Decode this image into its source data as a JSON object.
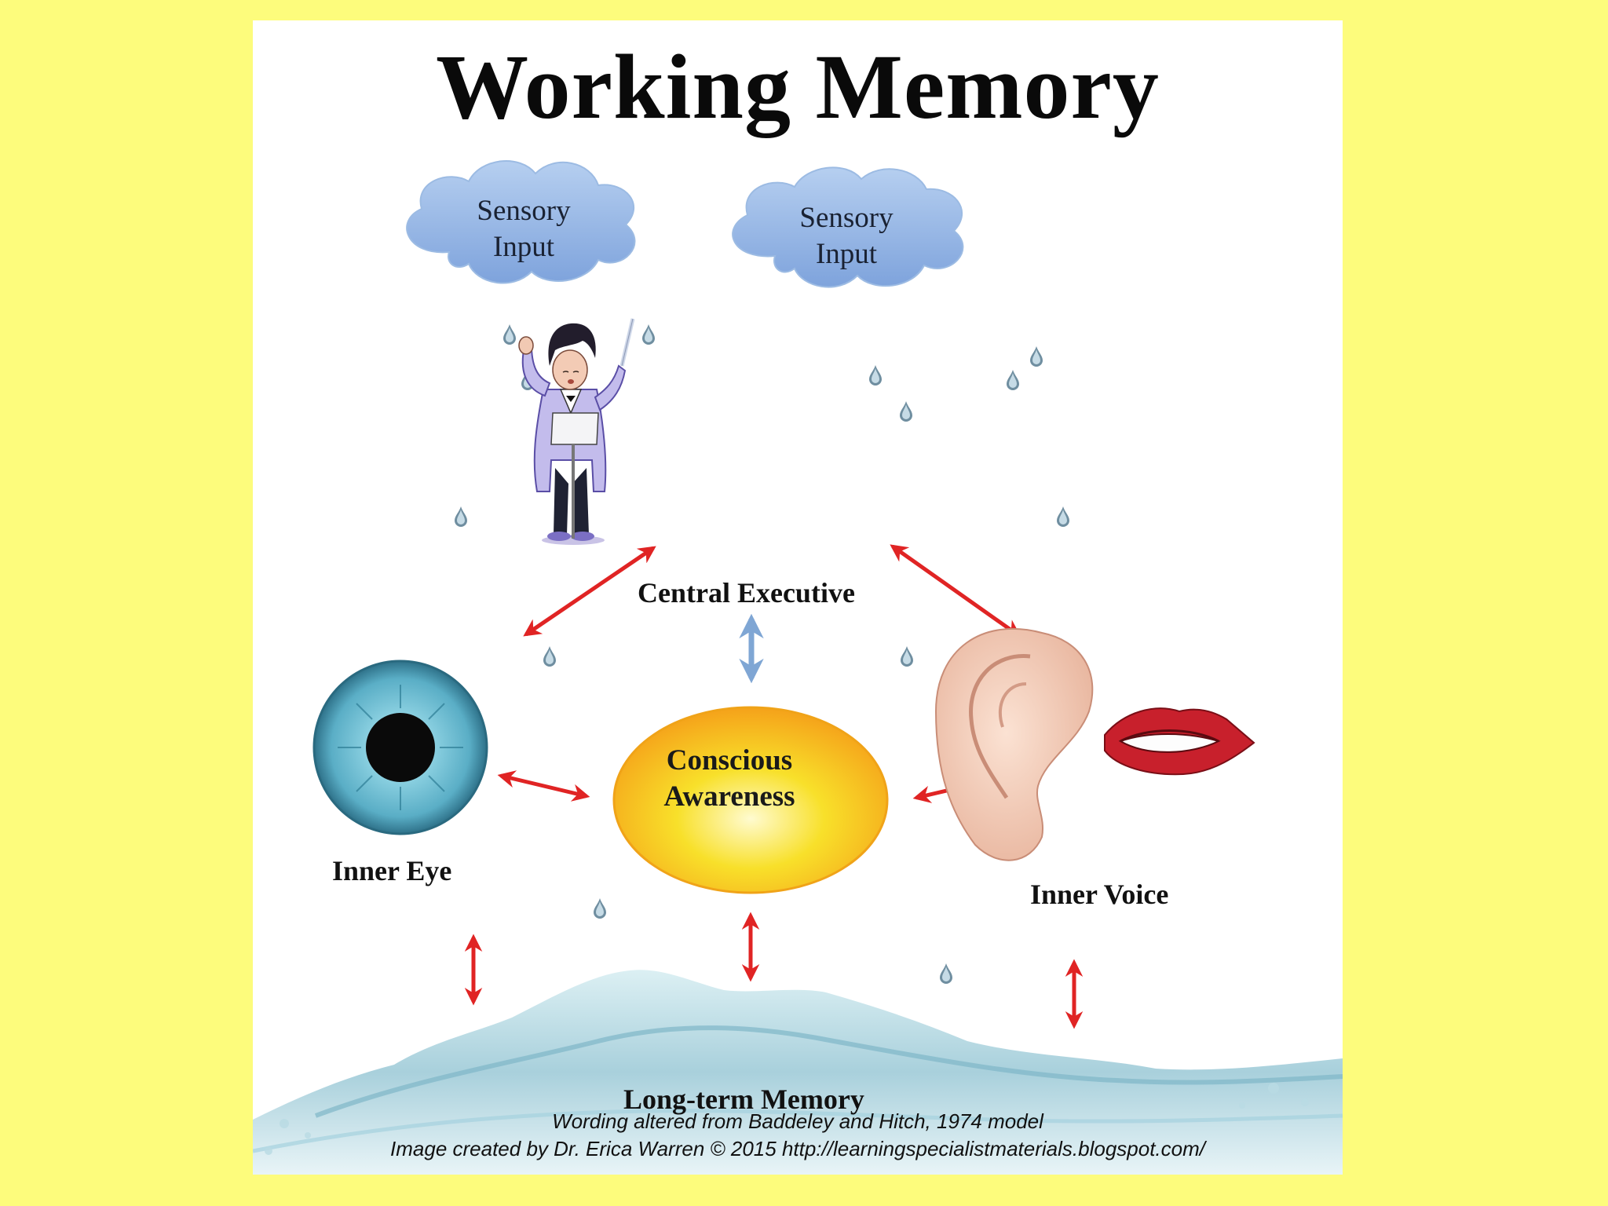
{
  "title": "Working Memory",
  "clouds": [
    {
      "line1": "Sensory",
      "line2": "Input"
    },
    {
      "line1": "Sensory",
      "line2": "Input"
    }
  ],
  "nodes": {
    "central_executive": "Central Executive",
    "conscious_awareness": {
      "line1": "Conscious",
      "line2": "Awareness"
    },
    "inner_eye": "Inner Eye",
    "inner_voice": "Inner Voice",
    "long_term_memory": "Long-term Memory"
  },
  "credits": {
    "line1": "Wording altered from Baddeley and Hitch, 1974 model",
    "line2": "Image created by Dr. Erica Warren © 2015 http://learningspecialistmaterials.blogspot.com/"
  },
  "colors": {
    "background": "#fdfc7c",
    "panel": "#ffffff",
    "cloud": "#8fb4e4",
    "arrow_red": "#e02424",
    "arrow_blue": "#7fa6d4",
    "awareness": "#f7d51c",
    "water": "#a9d2dc",
    "iris": "#5fb2c9"
  },
  "icons": [
    "cloud-icon",
    "raindrop-icon",
    "conductor-icon",
    "eye-icon",
    "ear-icon",
    "mouth-icon",
    "wave-icon"
  ]
}
